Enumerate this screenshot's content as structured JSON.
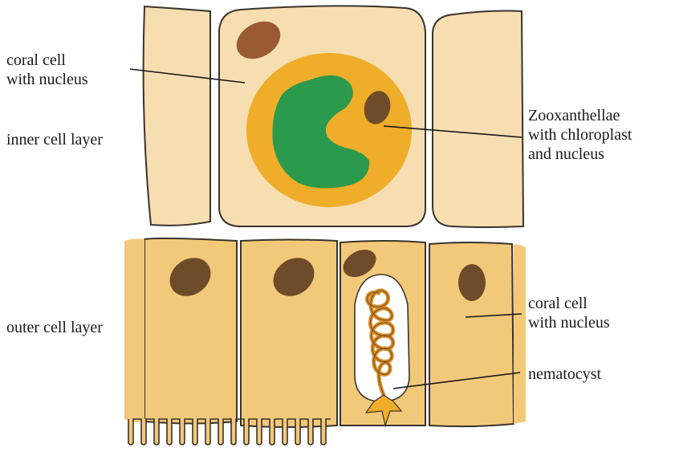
{
  "labels": {
    "coral_cell_inner": [
      "coral cell",
      "with nucleus"
    ],
    "inner_layer": "inner cell layer",
    "zooxanthellae": [
      "Zooxanthellae",
      "with chloroplast",
      "and nucleus"
    ],
    "outer_layer": "outer cell layer",
    "coral_cell_outer": [
      "coral cell",
      "with nucleus"
    ],
    "nematocyst": "nematocyst"
  },
  "colors": {
    "inner_cell": "#f6deb0",
    "outer_cell": "#f2c979",
    "outline": "#3b332c",
    "nucleus": "#6e4c2a",
    "coral_nucleus_inner": "#9a5a33",
    "zoox_body": "#efad2a",
    "chloroplast": "#2b9a4c",
    "nematocyst_capsule": "#ffffff",
    "nematocyst_thread": "#d88f2b"
  }
}
